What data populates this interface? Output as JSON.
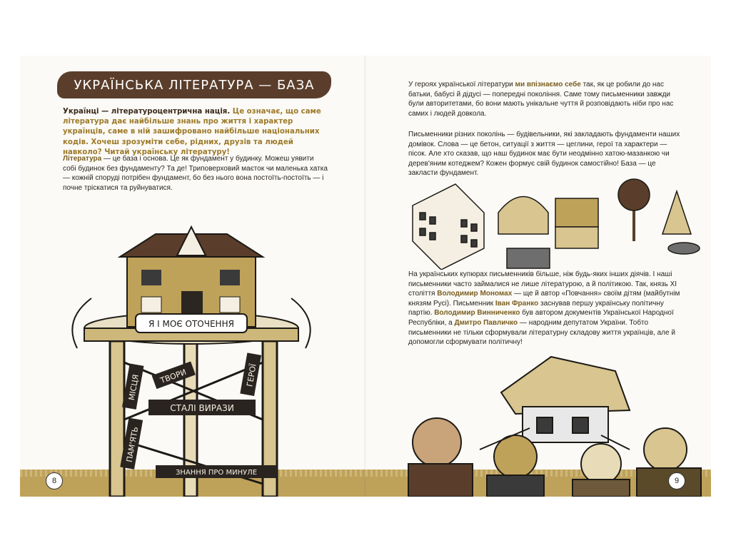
{
  "left_page": {
    "title": "УКРАЇНСЬКА ЛІТЕРАТУРА — БАЗА",
    "lead_highlight": "Українці — літературоцентрична нація.",
    "lead_rest": " Це означає, що саме література дає найбільше знань про життя і характер українців, саме в ній зашифровано найбільше національних кодів. Хочеш зрозуміти себе, рідних, друзів та людей навколо? Читай українську літературу!",
    "body_term": "Література",
    "body_rest": " — це база і основа. Це як фундамент у будинку. Можеш уявити собі будинок без фундаменту? Та де! Триповерховий маєток чи маленька хатка — кожній споруді потрібен фундамент, бо без нього вона постоїть-постоїть — і почне тріскатися та руйнуватися.",
    "tower_labels": {
      "banner": "Я І МОЄ ОТОЧЕННЯ",
      "places": "МІСЦЯ",
      "works": "ТВОРИ",
      "heroes": "ГЕРОЇ",
      "phrases": "СТАЛІ ВИРАЗИ",
      "memory": "ПАМ'ЯТЬ",
      "knowledge": "ЗНАННЯ ПРО МИНУЛЕ"
    },
    "page_number": "8"
  },
  "right_page": {
    "p1_a": "У героях української літератури ",
    "p1_b": "ми впізнаємо себе",
    "p1_c": " так, як це робили до нас батьки, бабусі й дідусі — попередні покоління. Саме тому письменники завжди були авторитетами, бо вони мають унікальне чуття й розповідають ніби про нас самих і людей довкола.",
    "p2": "Письменники різних поколінь — будівельники, які закладають фундаменти наших домівок. Слова — це бетон, ситуації з життя — цеглини, герої та характери — пісок. Але хто сказав, що наш будинок має бути неодмінно хатою-мазанкою чи дерев'яним котеджем? Кожен формує свій будинок самостійно! База — це закласти фундамент.",
    "p3_a": "На українських купюрах письменників більше, ніж будь-яких інших діячів. І наші письменники часто займалися не лише літературою, а й політикою. Так, князь ХІ століття ",
    "p3_monomakh": "Володимир Мономах",
    "p3_b": " — ще й автор «Повчання» своїм дітям (майбутнім князям Русі). Письменник ",
    "p3_franko": "Іван Франко",
    "p3_c": " заснував першу українську політичну партію. ",
    "p3_vynnychenko": "Володимир Винниченко",
    "p3_d": " був автором документів Української Народної Республіки, а ",
    "p3_pavlychko": "Дмитро Павличко",
    "p3_e": " — народним депутатом України. Тобто письменники не тільки сформували літературну складову життя українців, але й допомогли сформувати політичну!",
    "page_number": "9"
  },
  "colors": {
    "banner_brown": "#5a3e2b",
    "accent_gold": "#9e7a2a",
    "ground_gold": "#bfa25a",
    "text_dark": "#2a2420"
  }
}
